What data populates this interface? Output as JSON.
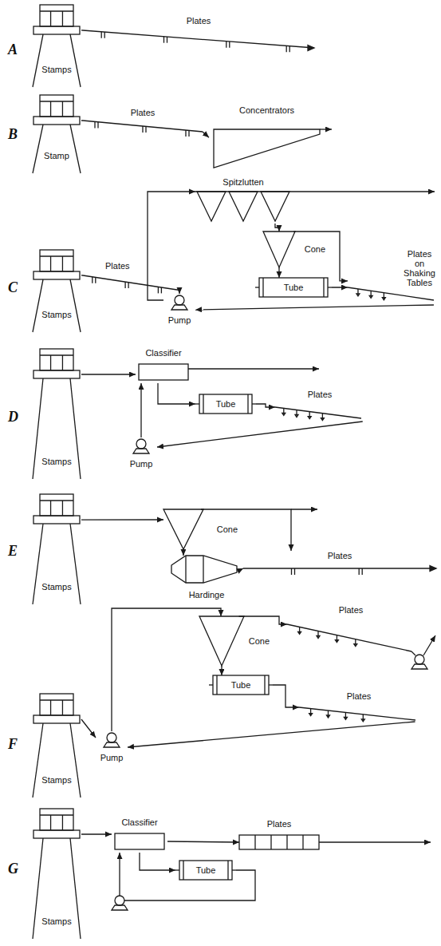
{
  "diagram": {
    "nodes": [
      {
        "text": [
          "Stamps"
        ]
      },
      {
        "text": [
          "Plates"
        ]
      },
      {
        "text": [
          "Stamp"
        ]
      },
      {
        "text": [
          "Plates"
        ]
      },
      {
        "text": [
          "Concentrators"
        ]
      },
      {
        "text": [
          "Stamps"
        ]
      },
      {
        "text": [
          "Plates"
        ]
      },
      {
        "text": [
          "Pump"
        ]
      },
      {
        "text": [
          "Spitzlutten"
        ]
      },
      {
        "text": [
          "Cone"
        ]
      },
      {
        "text": [
          "Tube"
        ]
      },
      {
        "text": [
          "Plates on Shaking Tables"
        ]
      },
      {
        "text": [
          "Stamps"
        ]
      },
      {
        "text": [
          "Classifier"
        ]
      },
      {
        "text": [
          "Tube"
        ]
      },
      {
        "text": [
          "Plates"
        ]
      },
      {
        "text": [
          "Pump"
        ]
      },
      {
        "text": [
          "Stamps"
        ]
      },
      {
        "text": [
          "Cone"
        ]
      },
      {
        "text": [
          "Hardinge"
        ]
      },
      {
        "text": [
          "Plates"
        ]
      },
      {
        "text": [
          "Stamps"
        ]
      },
      {
        "text": [
          "Pump"
        ]
      },
      {
        "text": [
          "Cone"
        ]
      },
      {
        "text": [
          "Tube"
        ]
      },
      {
        "text": [
          "Plates"
        ]
      },
      {
        "text": [
          "Plates"
        ]
      },
      {
        "text": [
          "Stamps"
        ]
      },
      {
        "text": [
          "Classifier"
        ]
      },
      {
        "text": [
          "Plates"
        ]
      },
      {
        "text": [
          "Tube"
        ]
      }
    ],
    "edges": [
      {
        "from": 0,
        "to": 1,
        "arrow": "none"
      },
      {
        "from": 2,
        "to": 3,
        "arrow": "none"
      },
      {
        "from": 3,
        "to": 4,
        "arrow": "to"
      },
      {
        "from": 5,
        "to": 6,
        "arrow": "none"
      },
      {
        "from": 6,
        "to": 7,
        "arrow": "to"
      },
      {
        "from": 7,
        "to": 8,
        "arrow": "to"
      },
      {
        "from": 8,
        "to": 9,
        "arrow": "to"
      },
      {
        "from": 9,
        "to": 10,
        "arrow": "to"
      },
      {
        "from": 9,
        "to": 11,
        "arrow": "to"
      },
      {
        "from": 10,
        "to": 11,
        "arrow": "to"
      },
      {
        "from": 11,
        "to": 7,
        "arrow": "to"
      },
      {
        "from": 12,
        "to": 13,
        "arrow": "to"
      },
      {
        "from": 16,
        "to": 13,
        "arrow": "to"
      },
      {
        "from": 13,
        "to": 14,
        "arrow": "to"
      },
      {
        "from": 14,
        "to": 15,
        "arrow": "to"
      },
      {
        "from": 15,
        "to": 16,
        "arrow": "to"
      },
      {
        "from": 17,
        "to": 18,
        "arrow": "to"
      },
      {
        "from": 18,
        "to": 20,
        "arrow": "to"
      },
      {
        "from": 18,
        "to": 19,
        "arrow": "to"
      },
      {
        "from": 19,
        "to": 20,
        "arrow": "to"
      },
      {
        "from": 21,
        "to": 22,
        "arrow": "to"
      },
      {
        "from": 22,
        "to": 23,
        "arrow": "to"
      },
      {
        "from": 23,
        "to": 24,
        "arrow": "to"
      },
      {
        "from": 23,
        "to": 25,
        "arrow": "to"
      },
      {
        "from": 24,
        "to": 26,
        "arrow": "to"
      },
      {
        "from": 26,
        "to": 22,
        "arrow": "to"
      },
      {
        "from": 27,
        "to": 28,
        "arrow": "to"
      },
      {
        "from": 28,
        "to": 29,
        "arrow": "to"
      },
      {
        "from": 28,
        "to": 30,
        "arrow": "to"
      },
      {
        "from": 30,
        "to": 28,
        "arrow": "to"
      }
    ],
    "labels": [
      "A",
      "B",
      "C",
      "D",
      "E",
      "F",
      "G"
    ]
  }
}
